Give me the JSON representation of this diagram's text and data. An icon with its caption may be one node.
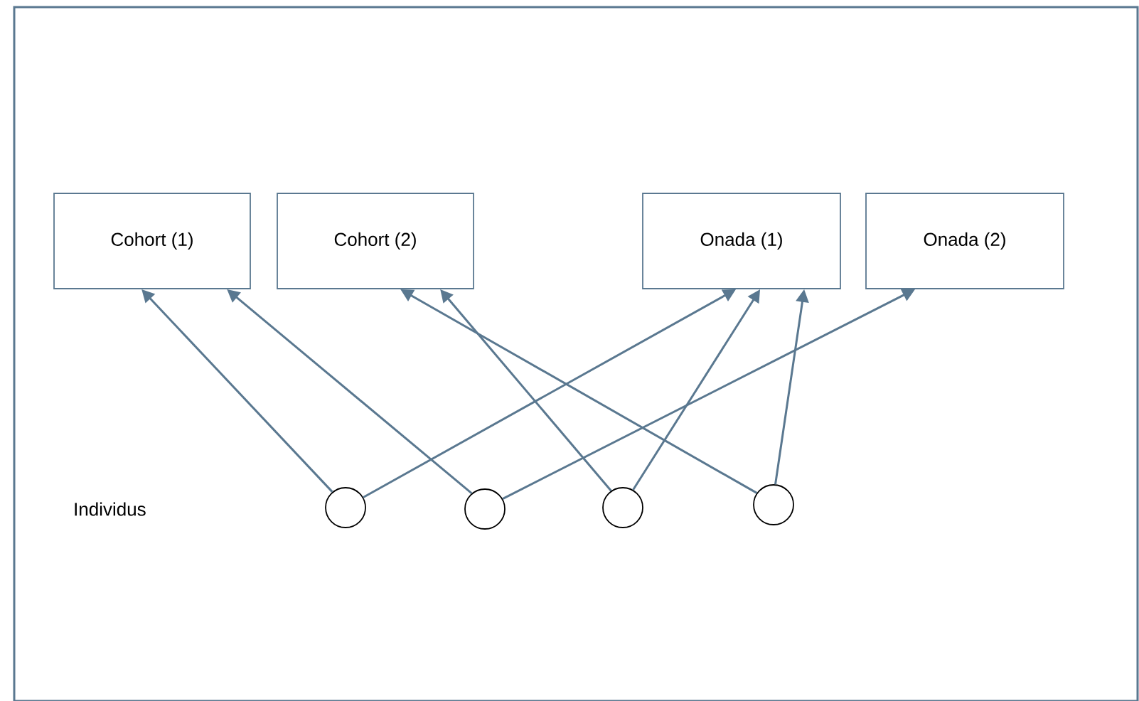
{
  "diagram": {
    "nodes": [
      {
        "text": [
          "Cohort (1)"
        ]
      },
      {
        "text": [
          "Cohort (2)"
        ]
      },
      {
        "text": [
          "Onada (1)"
        ]
      },
      {
        "text": [
          "Onada (2)"
        ]
      },
      {
        "text": [],
        "shape": "circle"
      },
      {
        "text": [],
        "shape": "circle"
      },
      {
        "text": [],
        "shape": "circle"
      },
      {
        "text": [],
        "shape": "circle"
      }
    ],
    "edges": [
      {
        "from": 4,
        "to": 0,
        "arrow": "to"
      },
      {
        "from": 4,
        "to": 2,
        "arrow": "to"
      },
      {
        "from": 5,
        "to": 0,
        "arrow": "to"
      },
      {
        "from": 5,
        "to": 3,
        "arrow": "to"
      },
      {
        "from": 6,
        "to": 1,
        "arrow": "to"
      },
      {
        "from": 6,
        "to": 2,
        "arrow": "to"
      },
      {
        "from": 7,
        "to": 1,
        "arrow": "to"
      },
      {
        "from": 7,
        "to": 2,
        "arrow": "to"
      }
    ],
    "labels": [
      "Individus"
    ]
  }
}
